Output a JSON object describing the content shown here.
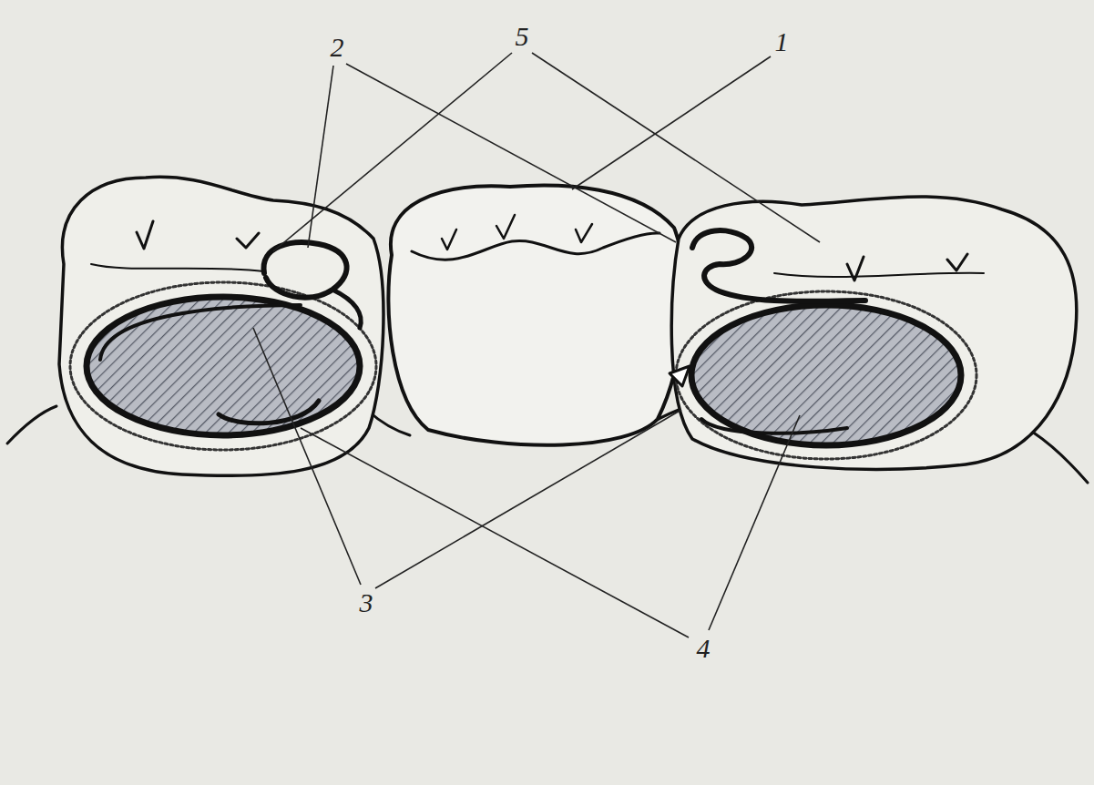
{
  "diagram": {
    "labels": [
      "2",
      "5",
      "1",
      "3",
      "4"
    ]
  }
}
